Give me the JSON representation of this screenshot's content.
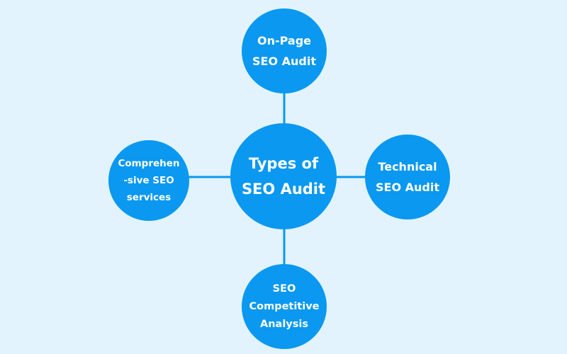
{
  "diagram": {
    "center": {
      "lines": [
        "Types of",
        "SEO Audit"
      ]
    },
    "nodes": {
      "top": {
        "lines": [
          "On-Page",
          "SEO Audit"
        ]
      },
      "right": {
        "lines": [
          "Technical",
          "SEO Audit"
        ]
      },
      "bottom": {
        "lines": [
          "SEO",
          "Competitive",
          "Analysis"
        ]
      },
      "left": {
        "lines": [
          "Comprehen",
          "-sive SEO",
          "services"
        ]
      }
    },
    "colors": {
      "background": "#e2f3fd",
      "node": "#0a98f0",
      "connector": "#0a98f0",
      "text": "#ffffff"
    }
  }
}
